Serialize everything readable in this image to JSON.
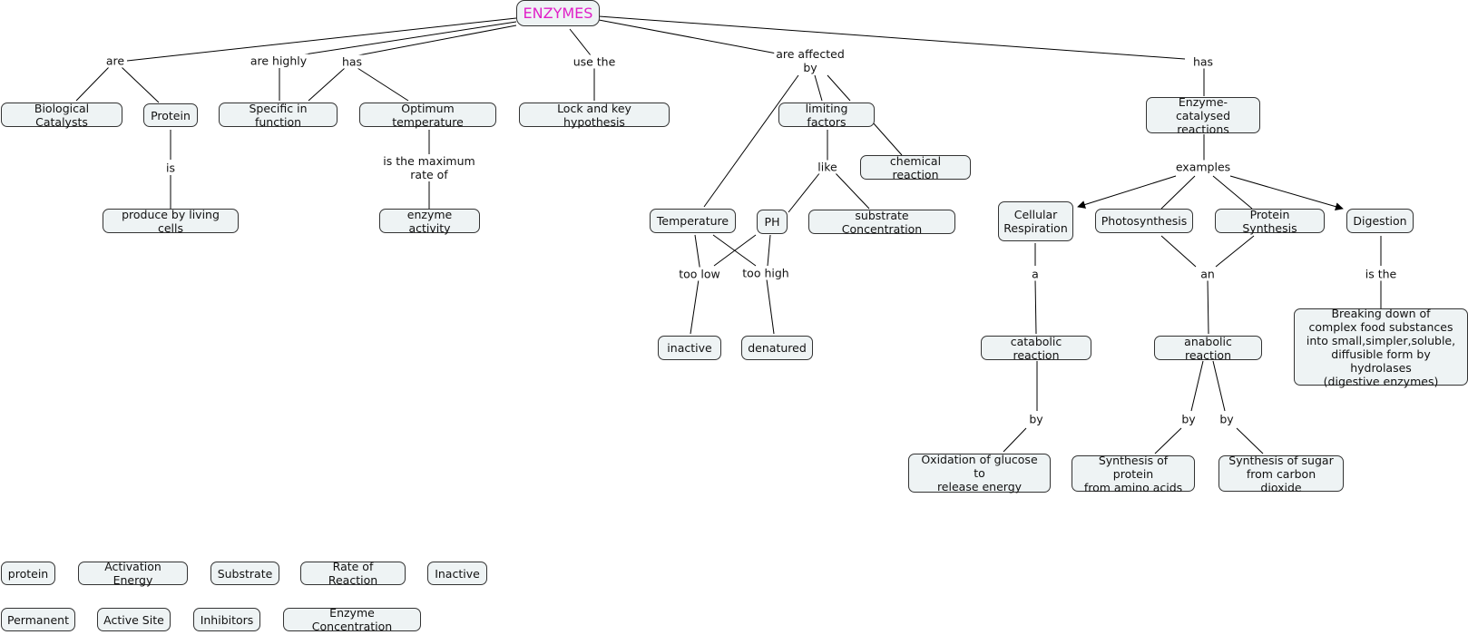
{
  "root": "ENZYMES",
  "nodes": {
    "bio_catalysts": "Biological Catalysts",
    "protein": "Protein",
    "produce_by_cells": "produce by living cells",
    "specific": "Specific in function",
    "optimum_temp": "Optimum temperature",
    "enzyme_activity": "enzyme activity",
    "lock_key": "Lock and key hypothesis",
    "limiting_factors": "limiting factors",
    "chemical_reaction": "chemical reaction",
    "temperature": "Temperature",
    "ph": "PH",
    "substrate_conc": "substrate Concentration",
    "inactive": "inactive",
    "denatured": "denatured",
    "enzyme_catalysed": "Enzyme-catalysed\nreactions",
    "cellular_resp": "Cellular\nRespiration",
    "photosynthesis": "Photosynthesis",
    "protein_synthesis": "Protein Synthesis",
    "digestion": "Digestion",
    "catabolic": "catabolic reaction",
    "anabolic": "anabolic reaction",
    "oxidation": "Oxidation of glucose to\nrelease energy",
    "synth_protein": "Synthesis of protein\nfrom amino acids",
    "synth_sugar": "Synthesis of sugar\nfrom carbon dioxide",
    "breaking_down": "Breaking down of\ncomplex food substances\ninto small,simpler,soluble,\ndiffusible form by hydrolases\n(digestive enzymes)"
  },
  "links": {
    "are": "are",
    "are_highly": "are highly",
    "has1": "has",
    "is": "is",
    "is_max_rate": "is the maximum\nrate of",
    "use_the": "use the",
    "are_affected_by": "are affected\nby",
    "like": "like",
    "too_low": "too low",
    "too_high": "too high",
    "has2": "has",
    "examples": "examples",
    "a": "a",
    "an": "an",
    "is_the": "is the",
    "by1": "by",
    "by2": "by",
    "by3": "by"
  },
  "parking_lot": {
    "row1": [
      "protein",
      "Activation Energy",
      "Substrate",
      "Rate of Reaction",
      "Inactive"
    ],
    "row2": [
      "Permanent",
      "Active Site",
      "Inhibitors",
      "Enzyme Concentration"
    ]
  }
}
